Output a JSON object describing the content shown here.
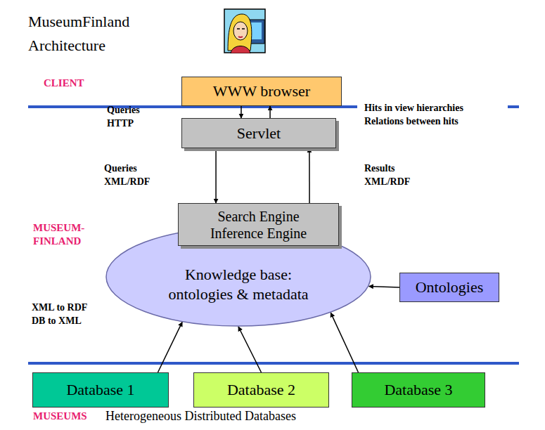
{
  "diagram": {
    "title": "MuseumFinland Architecture",
    "nodes": [
      {
        "text": [
          "WWW browser"
        ]
      },
      {
        "text": [
          "Servlet"
        ]
      },
      {
        "text": [
          "Search Engine Inference Engine"
        ]
      },
      {
        "text": [
          "Knowledge base: ontologies & metadata"
        ]
      },
      {
        "text": [
          "Ontologies"
        ]
      },
      {
        "text": [
          "Database 1"
        ]
      },
      {
        "text": [
          "Database 2"
        ]
      },
      {
        "text": [
          "Database 3"
        ]
      }
    ],
    "edges": [
      {
        "from": 0,
        "to": 1,
        "arrow": "to"
      },
      {
        "from": 1,
        "to": 0,
        "arrow": "to"
      },
      {
        "from": 1,
        "to": 2,
        "arrow": "to"
      },
      {
        "from": 2,
        "to": 1,
        "arrow": "to"
      },
      {
        "from": 5,
        "to": 3,
        "arrow": "to"
      },
      {
        "from": 6,
        "to": 3,
        "arrow": "to"
      },
      {
        "from": 7,
        "to": 3,
        "arrow": "to"
      },
      {
        "from": 4,
        "to": 3,
        "arrow": "to"
      }
    ],
    "labels": [
      "CLIENT",
      "Queries HTTP",
      "Hits in view hierarchies Relations between hits",
      "Queries XML/RDF",
      "Results XML/RDF",
      "MUSEUM- FINLAND",
      "XML to RDF DB to XML",
      "MUSEUMS",
      "Heterogeneous Distributed Databases"
    ]
  }
}
